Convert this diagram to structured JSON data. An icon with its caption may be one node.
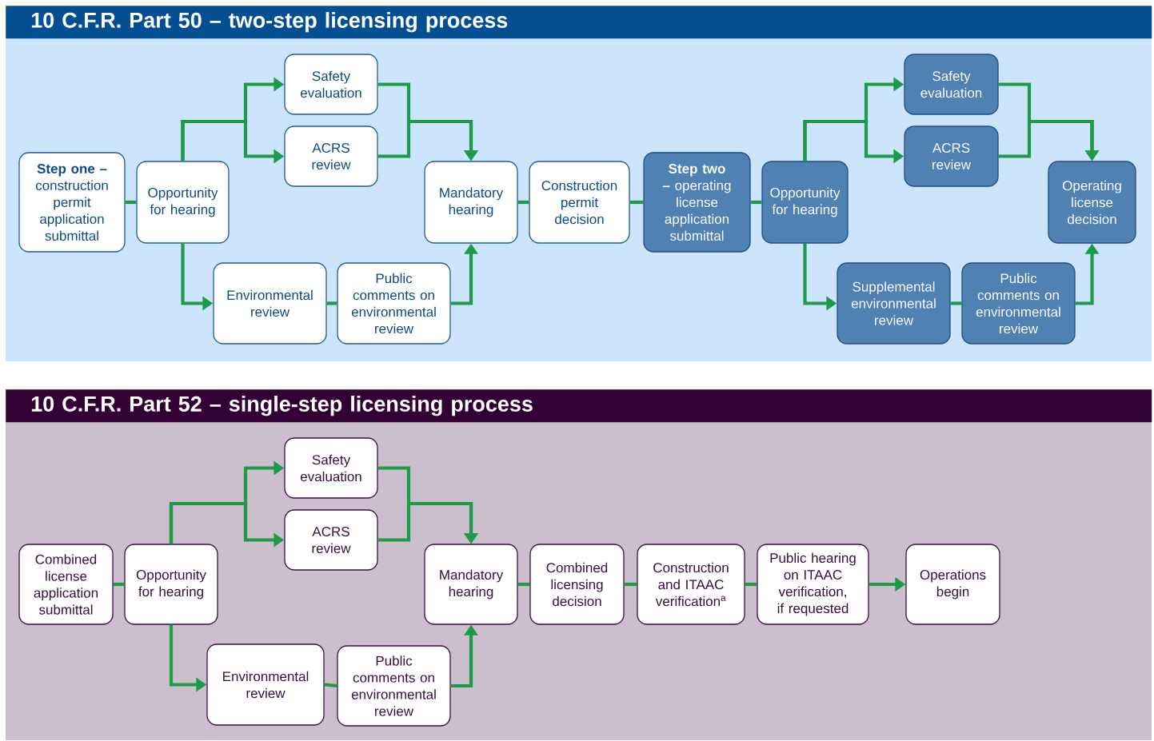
{
  "diagram": {
    "nodes": [
      {
        "text": [
          "10 C.F.R. Part 50 – two-step licensing process"
        ]
      },
      {
        "text": [
          "**Step one –** construction permit application submittal"
        ],
        "in": 0
      },
      {
        "text": [
          "Opportunity for hearing"
        ],
        "in": 0
      },
      {
        "text": [
          "Safety evaluation"
        ],
        "in": 0
      },
      {
        "text": [
          "ACRS review"
        ],
        "in": 0
      },
      {
        "text": [
          "Environmental review"
        ],
        "in": 0
      },
      {
        "text": [
          "Public comments on environmental review"
        ],
        "in": 0
      },
      {
        "text": [
          "Mandatory hearing"
        ],
        "in": 0
      },
      {
        "text": [
          "Construction permit decision"
        ],
        "in": 0
      },
      {
        "text": [
          "**Step two –** operating license application submittal"
        ],
        "in": 0
      },
      {
        "text": [
          "Opportunity for hearing"
        ],
        "in": 0
      },
      {
        "text": [
          "Safety evaluation"
        ],
        "in": 0
      },
      {
        "text": [
          "ACRS review"
        ],
        "in": 0
      },
      {
        "text": [
          "Supplemental environmental review"
        ],
        "in": 0
      },
      {
        "text": [
          "Public comments on environmental review"
        ],
        "in": 0
      },
      {
        "text": [
          "Operating license decision"
        ],
        "in": 0
      },
      {
        "text": [
          "10 C.F.R. Part 52 – single-step licensing process"
        ]
      },
      {
        "text": [
          "Combined license application submittal"
        ],
        "in": 16
      },
      {
        "text": [
          "Opportunity for hearing"
        ],
        "in": 16
      },
      {
        "text": [
          "Safety evaluation"
        ],
        "in": 16
      },
      {
        "text": [
          "ACRS review"
        ],
        "in": 16
      },
      {
        "text": [
          "Environmental review"
        ],
        "in": 16
      },
      {
        "text": [
          "Public comments on environmental review"
        ],
        "in": 16
      },
      {
        "text": [
          "Mandatory hearing"
        ],
        "in": 16
      },
      {
        "text": [
          "Combined licensing decision"
        ],
        "in": 16
      },
      {
        "text": [
          "Construction and ITAAC verification$^{a}$"
        ],
        "in": 16
      },
      {
        "text": [
          "Public hearing on ITAAC verification, if requested"
        ],
        "in": 16
      },
      {
        "text": [
          "Operations begin"
        ],
        "in": 16
      }
    ],
    "edges": [
      {
        "from": 1,
        "to": 2,
        "arrow": "none"
      },
      {
        "from": 2,
        "to": 3,
        "arrow": "to"
      },
      {
        "from": 2,
        "to": 4,
        "arrow": "to"
      },
      {
        "from": 2,
        "to": 5,
        "arrow": "to"
      },
      {
        "from": 3,
        "to": 7,
        "arrow": "to"
      },
      {
        "from": 4,
        "to": 7,
        "arrow": "to"
      },
      {
        "from": 5,
        "to": 6,
        "arrow": "none"
      },
      {
        "from": 6,
        "to": 7,
        "arrow": "to"
      },
      {
        "from": 7,
        "to": 8,
        "arrow": "none"
      },
      {
        "from": 8,
        "to": 9,
        "arrow": "none"
      },
      {
        "from": 9,
        "to": 10,
        "arrow": "none"
      },
      {
        "from": 10,
        "to": 11,
        "arrow": "to"
      },
      {
        "from": 10,
        "to": 12,
        "arrow": "to"
      },
      {
        "from": 10,
        "to": 13,
        "arrow": "to"
      },
      {
        "from": 11,
        "to": 15,
        "arrow": "to"
      },
      {
        "from": 12,
        "to": 15,
        "arrow": "to"
      },
      {
        "from": 13,
        "to": 14,
        "arrow": "none"
      },
      {
        "from": 14,
        "to": 15,
        "arrow": "to"
      },
      {
        "from": 17,
        "to": 18,
        "arrow": "none"
      },
      {
        "from": 18,
        "to": 19,
        "arrow": "to"
      },
      {
        "from": 18,
        "to": 20,
        "arrow": "to"
      },
      {
        "from": 18,
        "to": 21,
        "arrow": "to"
      },
      {
        "from": 19,
        "to": 23,
        "arrow": "to"
      },
      {
        "from": 20,
        "to": 23,
        "arrow": "to"
      },
      {
        "from": 21,
        "to": 22,
        "arrow": "none"
      },
      {
        "from": 22,
        "to": 23,
        "arrow": "to"
      },
      {
        "from": 23,
        "to": 24,
        "arrow": "none"
      },
      {
        "from": 24,
        "to": 25,
        "arrow": "none"
      },
      {
        "from": 25,
        "to": 26,
        "arrow": "none"
      },
      {
        "from": 26,
        "to": 27,
        "arrow": "to"
      }
    ]
  }
}
